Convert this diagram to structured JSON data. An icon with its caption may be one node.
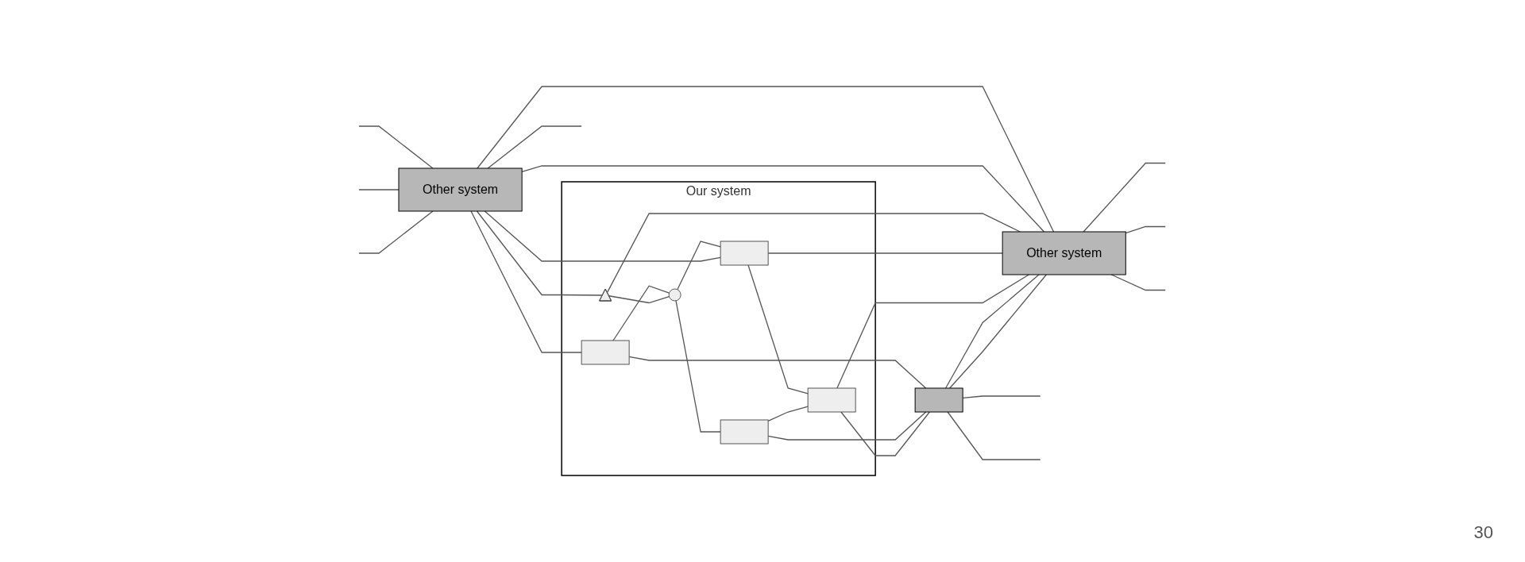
{
  "diagram": {
    "nodes": [
      {
        "text": [
          "Other system"
        ]
      },
      {
        "text": [
          "Our system"
        ]
      },
      {
        "text": [],
        "shape": "box",
        "in": 1
      },
      {
        "text": [],
        "shape": "triangle",
        "in": 1
      },
      {
        "text": [],
        "shape": "circle",
        "in": 1
      },
      {
        "text": [],
        "shape": "box",
        "in": 1
      },
      {
        "text": [],
        "shape": "box",
        "in": 1
      },
      {
        "text": [],
        "shape": "box",
        "in": 1
      },
      {
        "text": [],
        "shape": "box"
      },
      {
        "text": [
          "Other system"
        ]
      }
    ],
    "edges": [
      {
        "from": 2,
        "to": 4,
        "arrow": "none"
      },
      {
        "from": 3,
        "to": 4,
        "arrow": "none"
      },
      {
        "from": 4,
        "to": 6,
        "arrow": "none"
      },
      {
        "from": 4,
        "to": 5,
        "arrow": "none"
      },
      {
        "from": 5,
        "to": 7,
        "arrow": "none"
      },
      {
        "from": 6,
        "to": 7,
        "arrow": "none"
      },
      {
        "from": 0,
        "to": 2,
        "arrow": "none"
      },
      {
        "from": 0,
        "to": 3,
        "arrow": "none"
      },
      {
        "from": 0,
        "to": 5,
        "arrow": "none"
      },
      {
        "from": 0,
        "to": 9,
        "arrow": "none"
      },
      {
        "from": 0,
        "to": 9,
        "arrow": "none"
      },
      {
        "from": 2,
        "to": 8,
        "arrow": "none"
      },
      {
        "from": 6,
        "to": 8,
        "arrow": "none"
      },
      {
        "from": 7,
        "to": 8,
        "arrow": "none"
      },
      {
        "from": 3,
        "to": 9,
        "arrow": "none"
      },
      {
        "from": 5,
        "to": 9,
        "arrow": "none"
      },
      {
        "from": 7,
        "to": 9,
        "arrow": "none"
      },
      {
        "from": 8,
        "to": 9,
        "arrow": "none"
      },
      {
        "from": 8,
        "to": 9,
        "arrow": "none"
      },
      {
        "from": null,
        "to": 0,
        "arrow": "none"
      },
      {
        "from": null,
        "to": 0,
        "arrow": "none"
      },
      {
        "from": null,
        "to": 0,
        "arrow": "none"
      },
      {
        "from": 0,
        "to": null,
        "arrow": "none"
      },
      {
        "from": 8,
        "to": null,
        "arrow": "none"
      },
      {
        "from": 8,
        "to": null,
        "arrow": "none"
      },
      {
        "from": 9,
        "to": null,
        "arrow": "none"
      },
      {
        "from": 9,
        "to": null,
        "arrow": "none"
      },
      {
        "from": 9,
        "to": null,
        "arrow": "none"
      }
    ],
    "labels": [
      "30"
    ]
  }
}
